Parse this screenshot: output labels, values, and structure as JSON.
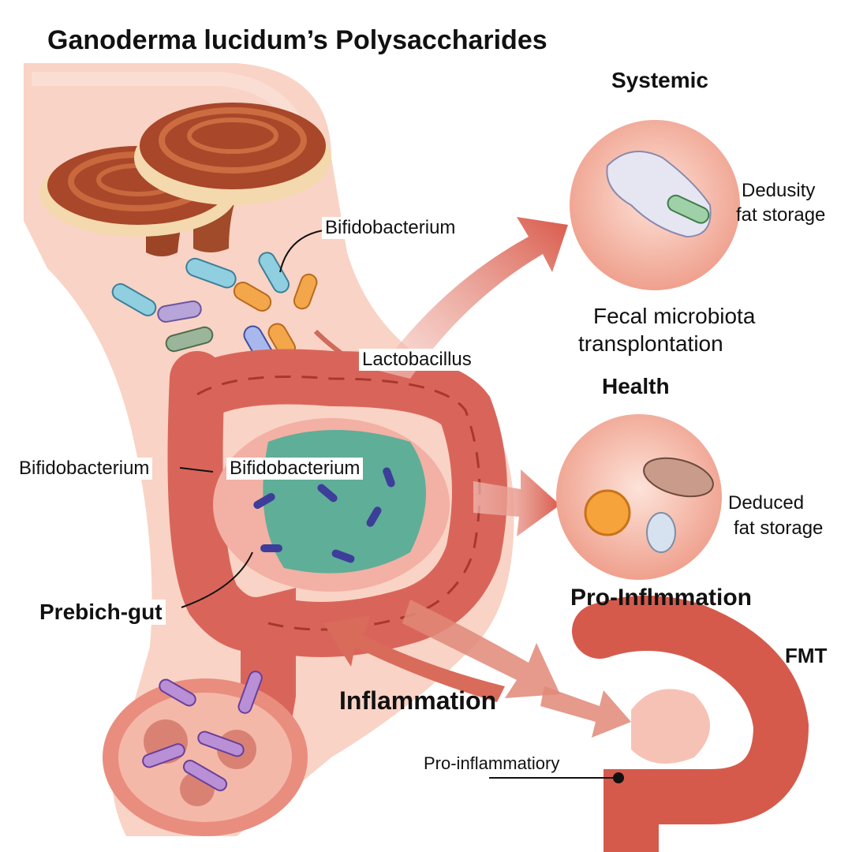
{
  "title": "Ganoderma lucidum’s Polysaccharides",
  "labels": {
    "systemic": "Systemic",
    "dedusity_line1": "Dedusity",
    "dedusity_line2": "fat storage",
    "fecal_line1": "Fecal microbiota",
    "fecal_line2": "transplontation",
    "health": "Health",
    "deduced_line1": "Deduced",
    "deduced_line2": "fat storage",
    "pro_inflmmation": "Pro-Inflmmation",
    "fmt": "FMT",
    "bifido_top": "Bifidobacterium",
    "lactobacillus": "Lactobacillus",
    "bifido_left": "Bifidobacterium",
    "bifido_center": "Bifidobacterium",
    "prebich_gut": "Prebich-gut",
    "inflammation": "Inflammation",
    "pro_inflammatiory": "Pro-inflammatiory"
  },
  "colors": {
    "body_skin": "#f8cfc0",
    "intestine": "#d9655a",
    "intestine_dark": "#a8382f",
    "mucosa_green": "#5fae98",
    "arrow": "#de6e5e",
    "circle_fill": "#f7b7a6",
    "mushroom_cap": "#a8472a",
    "mushroom_rim": "#f5dcb0"
  },
  "icons": [
    "mushroom-icon",
    "bacteria-icon",
    "cell-icon",
    "intestine-icon",
    "arrow-icon"
  ]
}
